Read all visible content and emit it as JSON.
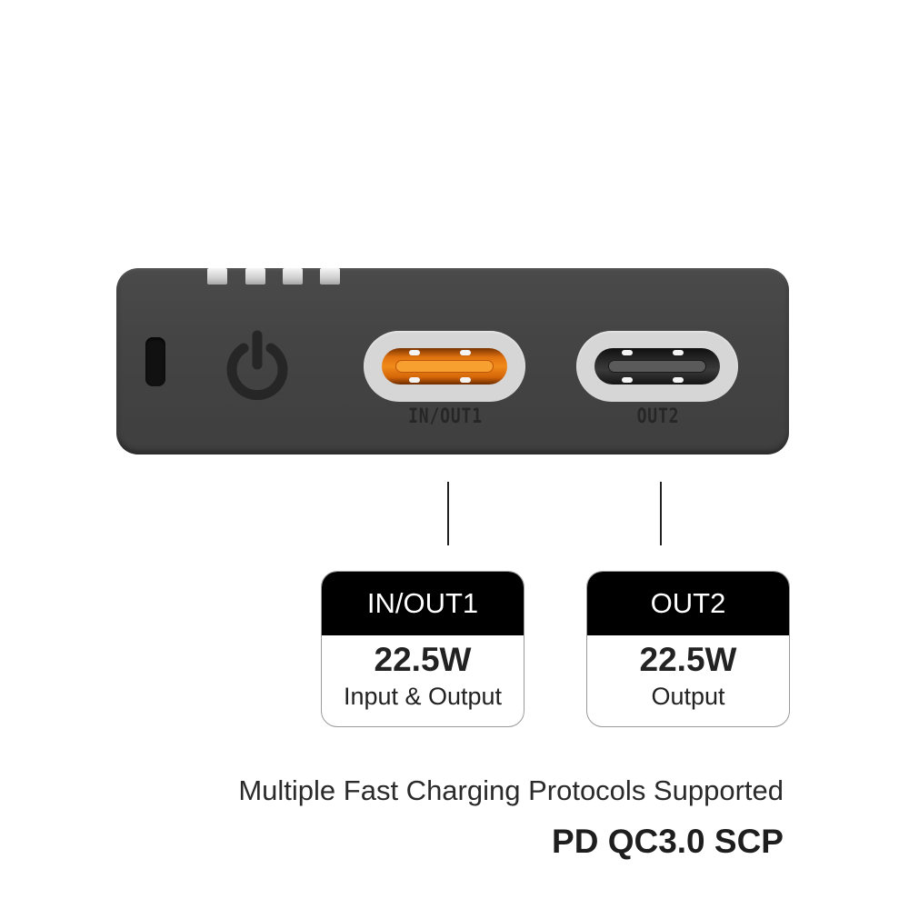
{
  "device": {
    "led_count": 4,
    "body_color": "#444444",
    "ports": [
      {
        "id": "in-out1",
        "engraved_label": "IN/OUT1",
        "accent_color": "#f08a1a",
        "ring_color": "#d6d6d6"
      },
      {
        "id": "out2",
        "engraved_label": "OUT2",
        "accent_color": "#2e2e2e",
        "ring_color": "#d6d6d6"
      }
    ],
    "icons": [
      "lanyard-hole-icon",
      "power-icon",
      "usb-c-port-icon"
    ]
  },
  "spec_cards": [
    {
      "title": "IN/OUT1",
      "power": "22.5W",
      "description": "Input & Output"
    },
    {
      "title": "OUT2",
      "power": "22.5W",
      "description": "Output"
    }
  ],
  "protocols": {
    "title": "Multiple Fast Charging Protocols Supported",
    "list": "PD QC3.0 SCP"
  }
}
